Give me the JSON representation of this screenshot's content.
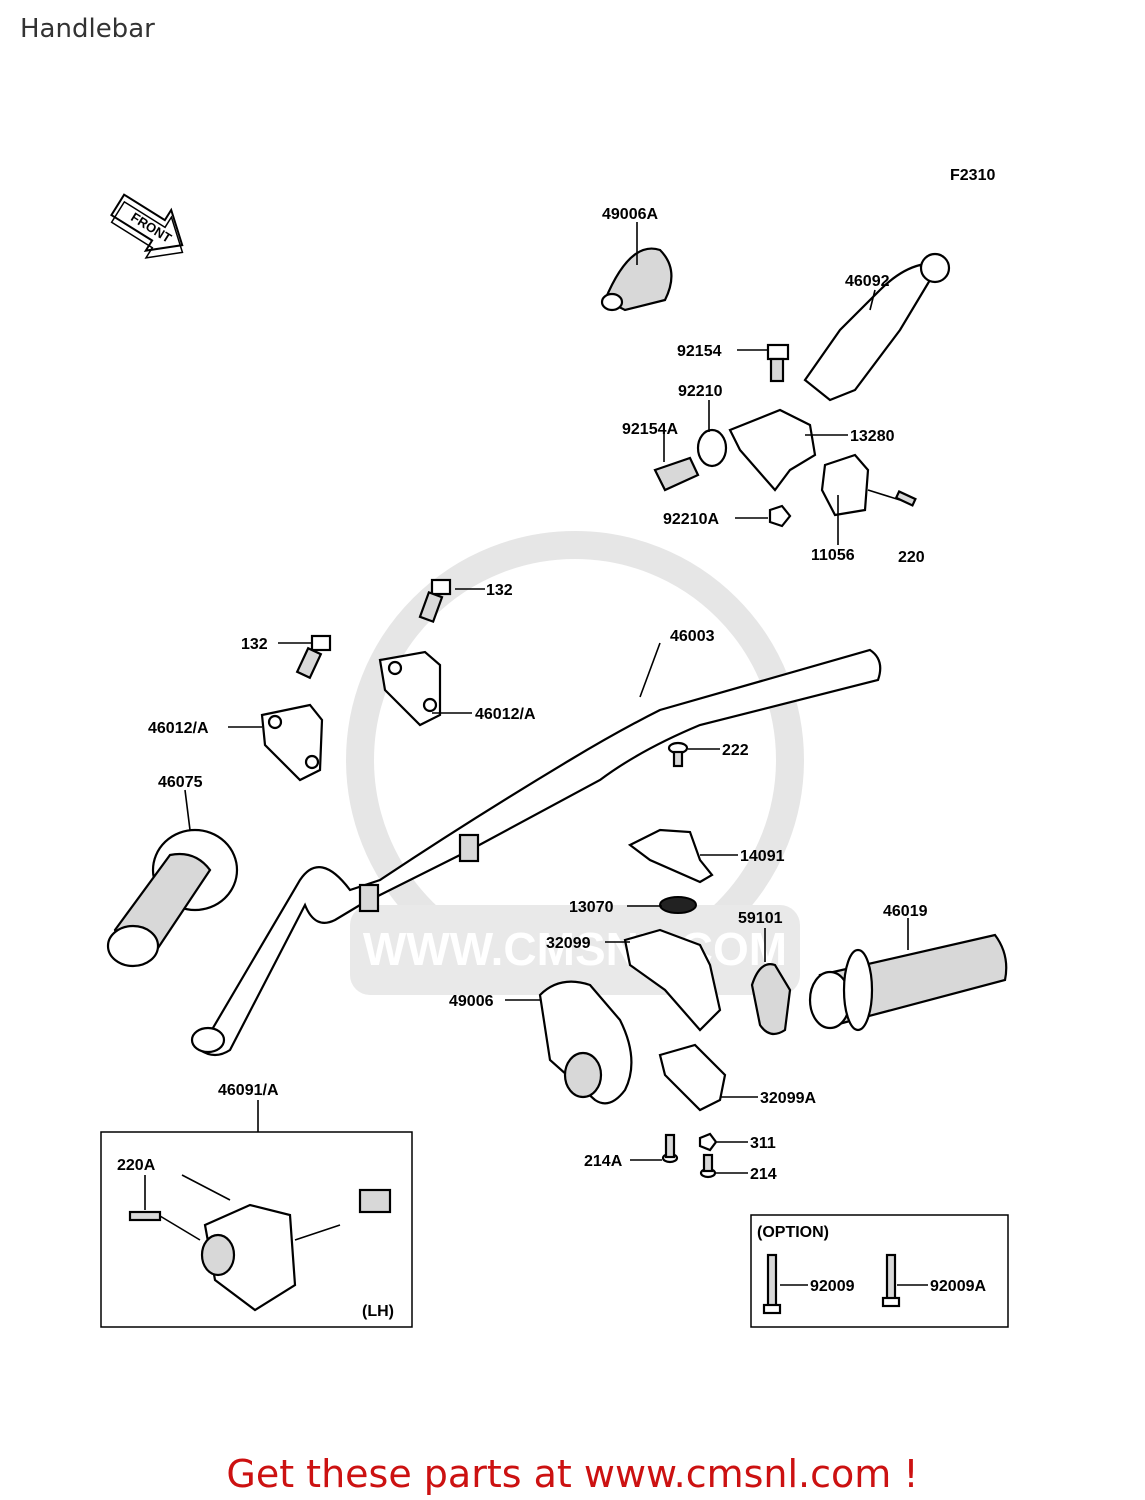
{
  "page": {
    "title": "Handlebar"
  },
  "diagram": {
    "figure_code": "F2310",
    "front_arrow_text": "FRONT",
    "watermark_url": "WWW.CMSNL.COM",
    "part_labels": {
      "p49006A": "49006A",
      "p46092": "46092",
      "p92154": "92154",
      "p92210": "92210",
      "p92154A": "92154A",
      "p13280": "13280",
      "p92210A": "92210A",
      "p11056": "11056",
      "p220": "220",
      "p132a": "132",
      "p132b": "132",
      "p46003": "46003",
      "p46012a": "46012/A",
      "p46012b": "46012/A",
      "p222": "222",
      "p46075": "46075",
      "p14091": "14091",
      "p13070": "13070",
      "p59101": "59101",
      "p46019": "46019",
      "p32099": "32099",
      "p49006": "49006",
      "p32099A": "32099A",
      "p46091A": "46091/A",
      "p311": "311",
      "p214A": "214A",
      "p214": "214",
      "p220A": "220A",
      "p92009": "92009",
      "p92009A": "92009A"
    },
    "inset_labels": {
      "option": "(OPTION)",
      "lh": "(LH)"
    }
  },
  "footer": {
    "text": "Get these parts at www.cmsnl.com !"
  }
}
